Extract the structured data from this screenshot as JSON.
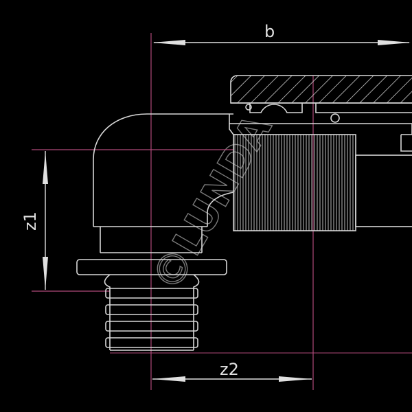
{
  "dimensions": {
    "b_label": "b",
    "z1_label": "z1",
    "z2_label": "z2"
  },
  "watermark": {
    "symbol": "©",
    "text": "LUNDA"
  },
  "colors": {
    "background": "#000000",
    "outline": "#d8d8d8",
    "dimension": "#e0e0e0",
    "extension_line": "#b04a7a",
    "watermark": "#7a7a7a"
  }
}
